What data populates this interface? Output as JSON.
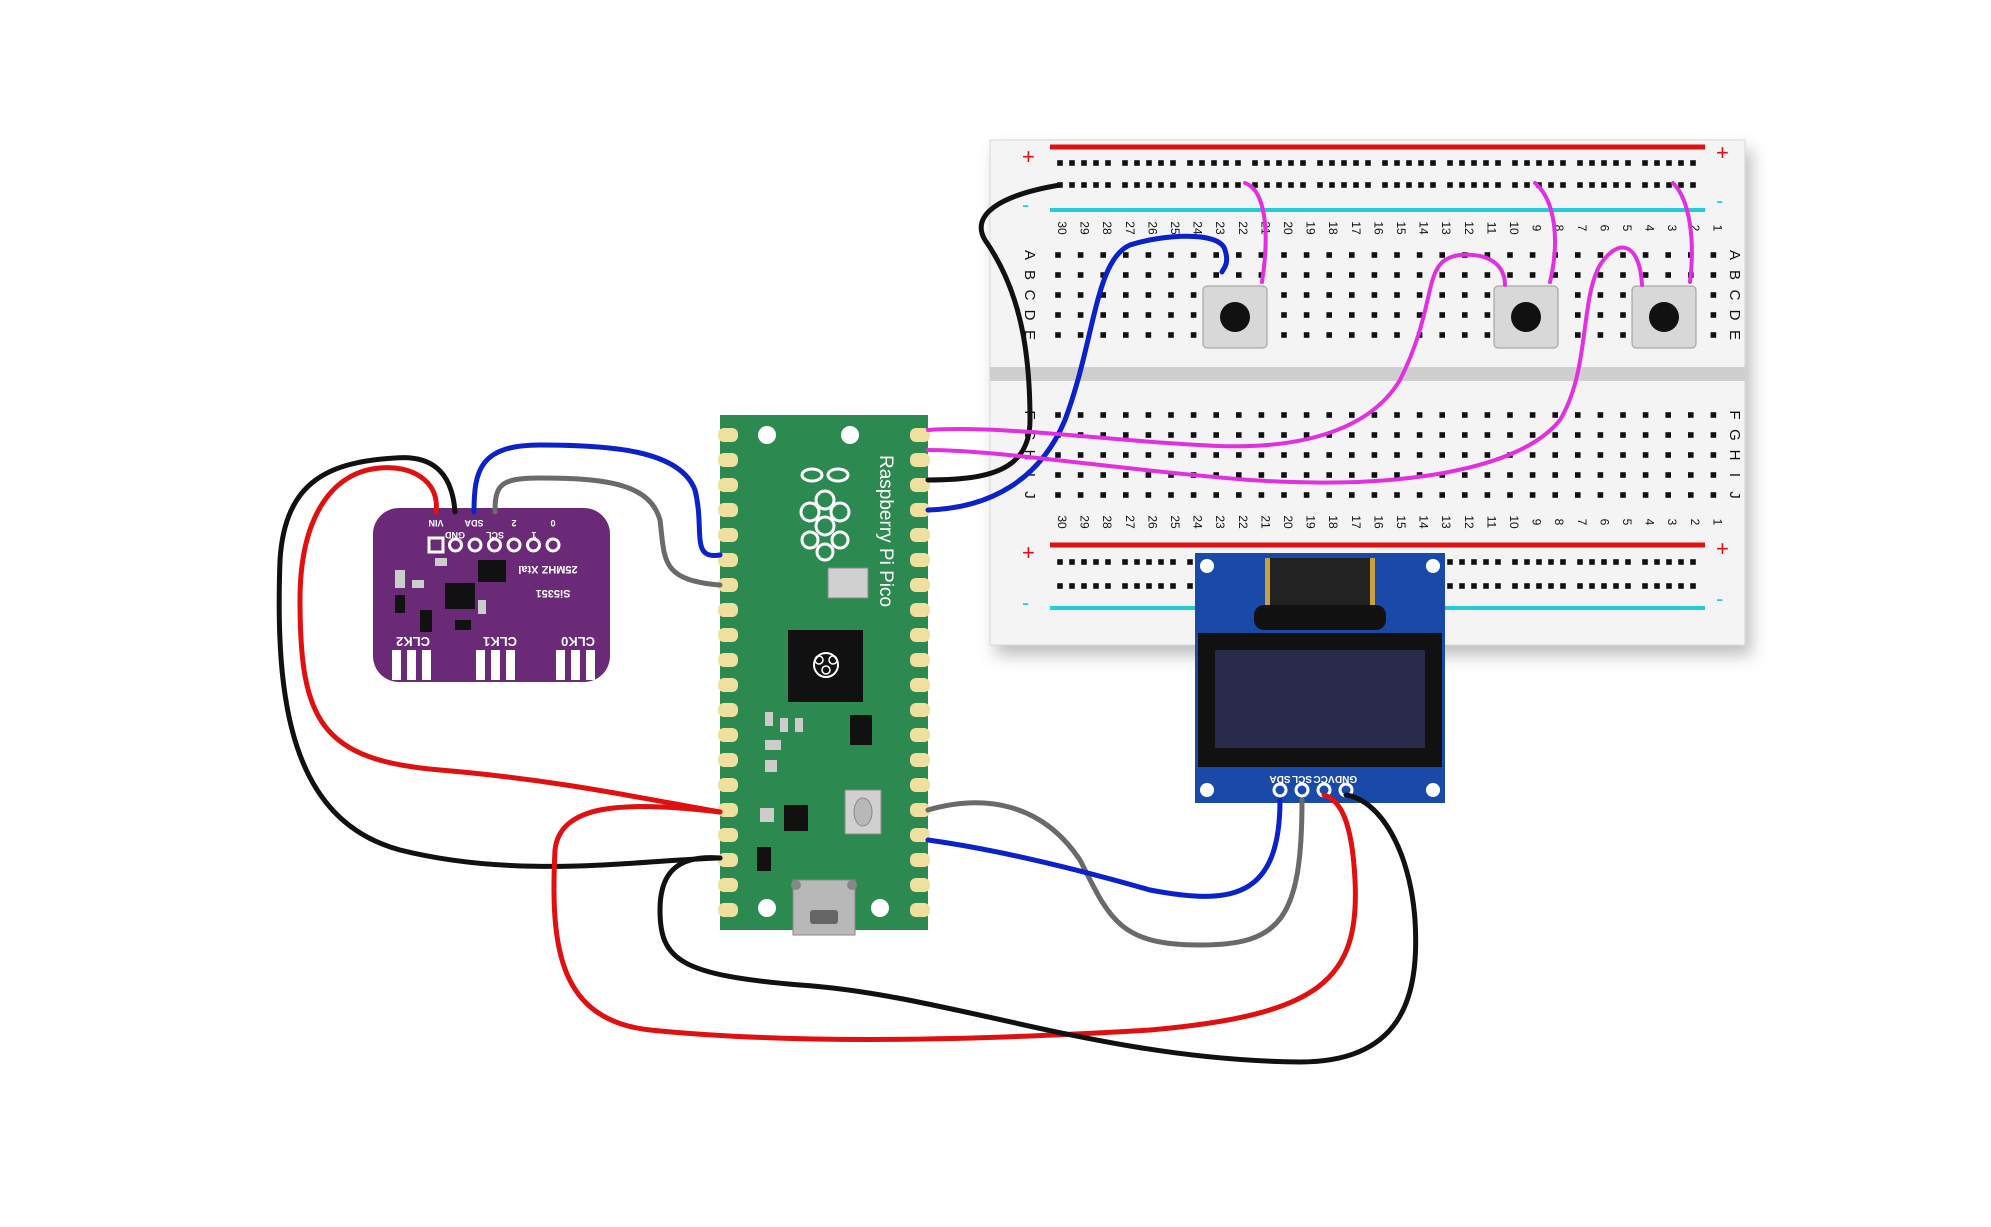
{
  "breadboard": {
    "column_numbers": [
      "30",
      "29",
      "28",
      "27",
      "26",
      "25",
      "24",
      "23",
      "22",
      "21",
      "20",
      "19",
      "18",
      "17",
      "16",
      "15",
      "14",
      "13",
      "12",
      "11",
      "10",
      "9",
      "8",
      "7",
      "6",
      "5",
      "4",
      "3",
      "2",
      "1"
    ],
    "rows_top": [
      "A",
      "B",
      "C",
      "D",
      "E"
    ],
    "rows_bottom": [
      "F",
      "G",
      "H",
      "I",
      "J"
    ],
    "plus_sign": "+",
    "minus_sign": "-"
  },
  "pico": {
    "title": "Raspberry Pi Pico"
  },
  "si5351": {
    "chip": "Si5351",
    "crystal": "25MHZ Xtal",
    "pin_labels": [
      "VIN",
      "GND",
      "SDA",
      "SCL",
      "2",
      "1",
      "0"
    ],
    "clk_labels": [
      "CLK2",
      "CLK1",
      "CLK0"
    ]
  },
  "oled": {
    "pin_labels": [
      "GND",
      "VCC",
      "SCL",
      "SDA"
    ]
  },
  "colors": {
    "red": "#e01010",
    "black": "#111111",
    "blue": "#0a22c8",
    "gray": "#6a6a6a",
    "magenta": "#e030e0",
    "cyan": "#22ccdd",
    "pico_green": "#2c8a50",
    "si_purple": "#6a2a78",
    "oled_blue": "#1a4aa8"
  }
}
